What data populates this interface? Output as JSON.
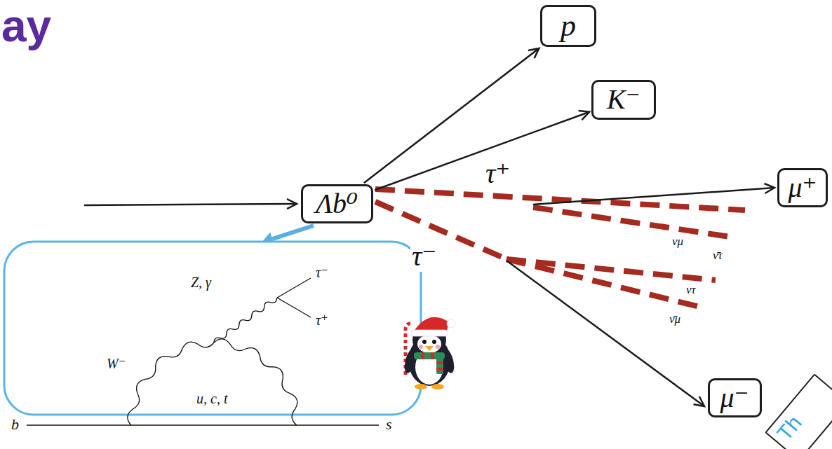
{
  "diagram": {
    "title": "ay",
    "nodes": [
      {
        "text": [
          "p"
        ]
      },
      {
        "text": [
          "K⁻"
        ]
      },
      {
        "text": [
          "μ⁺"
        ]
      },
      {
        "text": [
          "Λb⁰"
        ]
      },
      {
        "text": [
          "μ⁻"
        ]
      },
      {
        "text": [
          "Th"
        ]
      }
    ],
    "edges": [
      {
        "from": 3,
        "to": 0,
        "arrow": "to"
      },
      {
        "from": 3,
        "to": 1,
        "arrow": "to"
      }
    ],
    "labels": [
      "τ⁺",
      "τ⁻",
      "νμ",
      "ν̄τ",
      "ντ",
      "ν̄μ",
      "Z, γ",
      "W⁻",
      "u, c, t",
      "τ⁻",
      "τ⁺",
      "b",
      "s"
    ]
  }
}
